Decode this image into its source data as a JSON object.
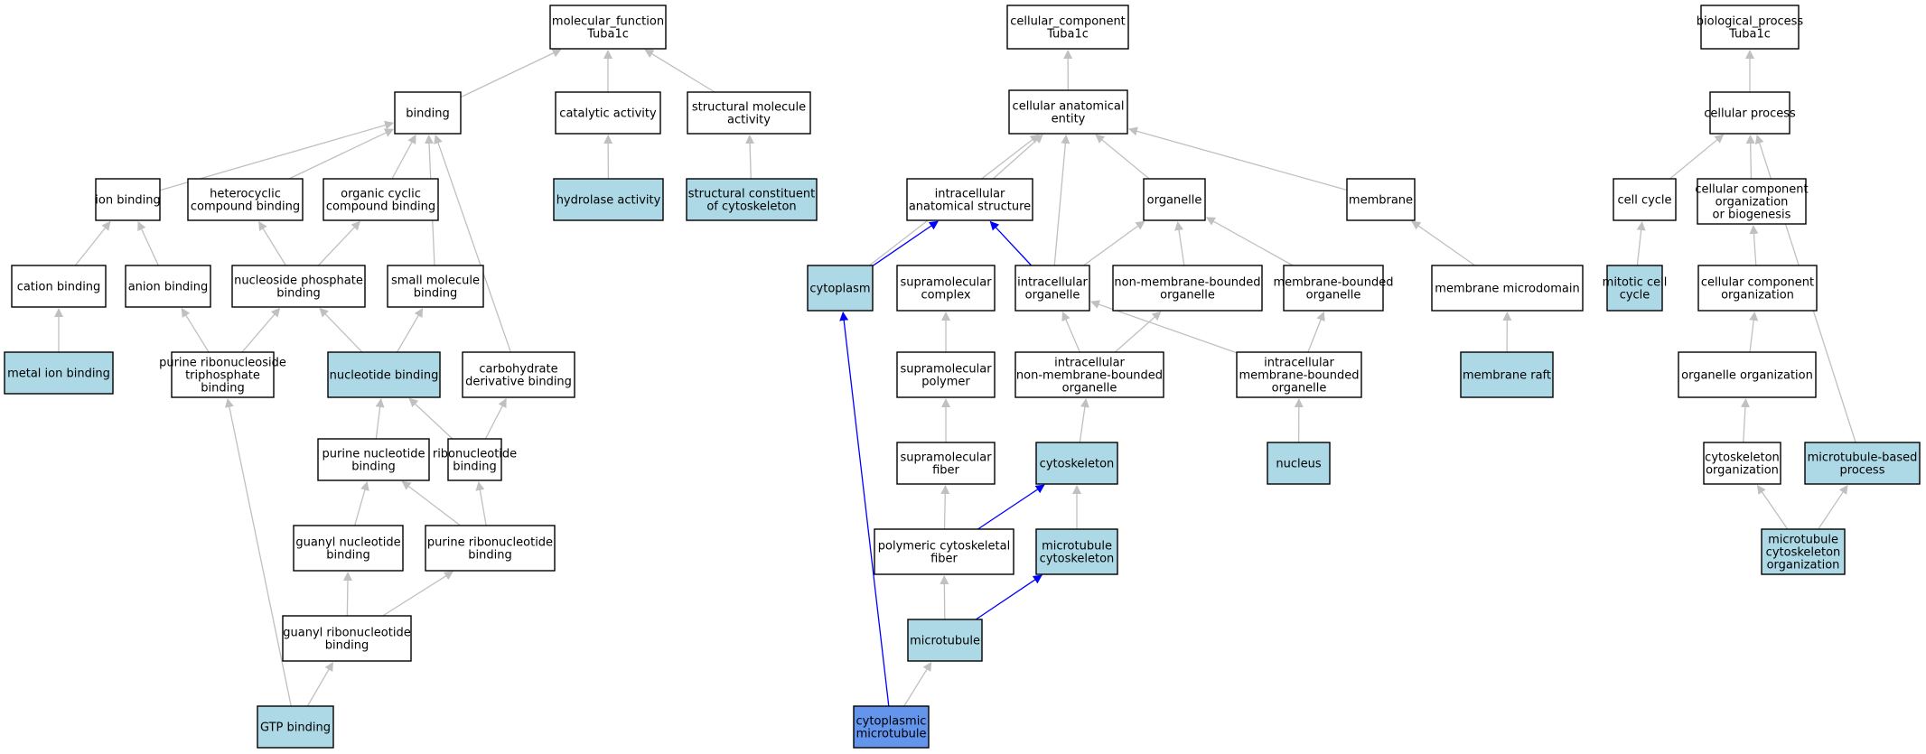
{
  "colors": {
    "plain": "#ffffff",
    "highlight": "#add8e6",
    "focus": "#6495ed",
    "edge": "#c0c0c0",
    "path": "#0000ff"
  },
  "nodes": [
    {
      "id": "mf",
      "lines": [
        "molecular_function",
        "Tuba1c"
      ],
      "style": "plain"
    },
    {
      "id": "binding",
      "lines": [
        "binding"
      ],
      "style": "plain"
    },
    {
      "id": "catalytic",
      "lines": [
        "catalytic activity"
      ],
      "style": "plain"
    },
    {
      "id": "structmol",
      "lines": [
        "structural molecule",
        "activity"
      ],
      "style": "plain"
    },
    {
      "id": "ionbind",
      "lines": [
        "ion binding"
      ],
      "style": "plain"
    },
    {
      "id": "hetero",
      "lines": [
        "heterocyclic",
        "compound binding"
      ],
      "style": "plain"
    },
    {
      "id": "orgcyc",
      "lines": [
        "organic cyclic",
        "compound binding"
      ],
      "style": "plain"
    },
    {
      "id": "hydrolase",
      "lines": [
        "hydrolase activity"
      ],
      "style": "highlight"
    },
    {
      "id": "structcyto",
      "lines": [
        "structural constituent",
        "of cytoskeleton"
      ],
      "style": "highlight"
    },
    {
      "id": "cation",
      "lines": [
        "cation binding"
      ],
      "style": "plain"
    },
    {
      "id": "anion",
      "lines": [
        "anion binding"
      ],
      "style": "plain"
    },
    {
      "id": "nucphos",
      "lines": [
        "nucleoside phosphate",
        "binding"
      ],
      "style": "plain"
    },
    {
      "id": "smallmol",
      "lines": [
        "small molecule",
        "binding"
      ],
      "style": "plain"
    },
    {
      "id": "metalion",
      "lines": [
        "metal ion binding"
      ],
      "style": "highlight"
    },
    {
      "id": "purtri",
      "lines": [
        "purine ribonucleoside",
        "triphosphate",
        "binding"
      ],
      "style": "plain"
    },
    {
      "id": "nucbind",
      "lines": [
        "nucleotide binding"
      ],
      "style": "highlight"
    },
    {
      "id": "carbo",
      "lines": [
        "carbohydrate",
        "derivative binding"
      ],
      "style": "plain"
    },
    {
      "id": "purnuc",
      "lines": [
        "purine nucleotide",
        "binding"
      ],
      "style": "plain"
    },
    {
      "id": "ribonuc",
      "lines": [
        "ribonucleotide",
        "binding"
      ],
      "style": "plain"
    },
    {
      "id": "guanyl",
      "lines": [
        "guanyl nucleotide",
        "binding"
      ],
      "style": "plain"
    },
    {
      "id": "purribo",
      "lines": [
        "purine ribonucleotide",
        "binding"
      ],
      "style": "plain"
    },
    {
      "id": "guanylribo",
      "lines": [
        "guanyl ribonucleotide",
        "binding"
      ],
      "style": "plain"
    },
    {
      "id": "gtp",
      "lines": [
        "GTP binding"
      ],
      "style": "highlight"
    },
    {
      "id": "cc",
      "lines": [
        "cellular_component",
        "Tuba1c"
      ],
      "style": "plain"
    },
    {
      "id": "anat",
      "lines": [
        "cellular anatomical",
        "entity"
      ],
      "style": "plain"
    },
    {
      "id": "intra",
      "lines": [
        "intracellular",
        "anatomical structure"
      ],
      "style": "plain"
    },
    {
      "id": "organelle",
      "lines": [
        "organelle"
      ],
      "style": "plain"
    },
    {
      "id": "membrane",
      "lines": [
        "membrane"
      ],
      "style": "plain"
    },
    {
      "id": "cytoplasm",
      "lines": [
        "cytoplasm"
      ],
      "style": "highlight"
    },
    {
      "id": "supracomp",
      "lines": [
        "supramolecular",
        "complex"
      ],
      "style": "plain"
    },
    {
      "id": "intraorg",
      "lines": [
        "intracellular",
        "organelle"
      ],
      "style": "plain"
    },
    {
      "id": "nonmemorg",
      "lines": [
        "non-membrane-bounded",
        "organelle"
      ],
      "style": "plain"
    },
    {
      "id": "memorg",
      "lines": [
        "membrane-bounded",
        "organelle"
      ],
      "style": "plain"
    },
    {
      "id": "memdomain",
      "lines": [
        "membrane microdomain"
      ],
      "style": "plain"
    },
    {
      "id": "suprapoly",
      "lines": [
        "supramolecular",
        "polymer"
      ],
      "style": "plain"
    },
    {
      "id": "intranonmem",
      "lines": [
        "intracellular",
        "non-membrane-bounded",
        "organelle"
      ],
      "style": "plain"
    },
    {
      "id": "intramem",
      "lines": [
        "intracellular",
        "membrane-bounded",
        "organelle"
      ],
      "style": "plain"
    },
    {
      "id": "memraft",
      "lines": [
        "membrane raft"
      ],
      "style": "highlight"
    },
    {
      "id": "suprafiber",
      "lines": [
        "supramolecular",
        "fiber"
      ],
      "style": "plain"
    },
    {
      "id": "cytoskel",
      "lines": [
        "cytoskeleton"
      ],
      "style": "highlight"
    },
    {
      "id": "nucleus",
      "lines": [
        "nucleus"
      ],
      "style": "highlight"
    },
    {
      "id": "polyfiber",
      "lines": [
        "polymeric cytoskeletal",
        "fiber"
      ],
      "style": "plain"
    },
    {
      "id": "mtcyto",
      "lines": [
        "microtubule",
        "cytoskeleton"
      ],
      "style": "highlight"
    },
    {
      "id": "microtubule",
      "lines": [
        "microtubule"
      ],
      "style": "highlight"
    },
    {
      "id": "cytomt",
      "lines": [
        "cytoplasmic",
        "microtubule"
      ],
      "style": "focus"
    },
    {
      "id": "bp",
      "lines": [
        "biological_process",
        "Tuba1c"
      ],
      "style": "plain"
    },
    {
      "id": "cellproc",
      "lines": [
        "cellular process"
      ],
      "style": "plain"
    },
    {
      "id": "cellcycle",
      "lines": [
        "cell cycle"
      ],
      "style": "plain"
    },
    {
      "id": "ccorg",
      "lines": [
        "cellular component",
        "organization",
        "or biogenesis"
      ],
      "style": "plain"
    },
    {
      "id": "mitotic",
      "lines": [
        "mitotic cell",
        "cycle"
      ],
      "style": "highlight"
    },
    {
      "id": "ccorg2",
      "lines": [
        "cellular component",
        "organization"
      ],
      "style": "plain"
    },
    {
      "id": "orgorg",
      "lines": [
        "organelle organization"
      ],
      "style": "plain"
    },
    {
      "id": "cytoorg",
      "lines": [
        "cytoskeleton",
        "organization"
      ],
      "style": "plain"
    },
    {
      "id": "mtbased",
      "lines": [
        "microtubule-based",
        "process"
      ],
      "style": "highlight"
    },
    {
      "id": "mtcytoorg",
      "lines": [
        "microtubule",
        "cytoskeleton",
        "organization"
      ],
      "style": "highlight"
    }
  ],
  "edges": [
    {
      "from": "binding",
      "to": "mf",
      "style": "gray"
    },
    {
      "from": "catalytic",
      "to": "mf",
      "style": "gray"
    },
    {
      "from": "structmol",
      "to": "mf",
      "style": "gray"
    },
    {
      "from": "hydrolase",
      "to": "catalytic",
      "style": "gray"
    },
    {
      "from": "structcyto",
      "to": "structmol",
      "style": "gray"
    },
    {
      "from": "ionbind",
      "to": "binding",
      "style": "gray"
    },
    {
      "from": "hetero",
      "to": "binding",
      "style": "gray"
    },
    {
      "from": "orgcyc",
      "to": "binding",
      "style": "gray"
    },
    {
      "from": "smallmol",
      "to": "binding",
      "style": "gray"
    },
    {
      "from": "carbo",
      "to": "binding",
      "style": "gray"
    },
    {
      "from": "cation",
      "to": "ionbind",
      "style": "gray"
    },
    {
      "from": "anion",
      "to": "ionbind",
      "style": "gray"
    },
    {
      "from": "metalion",
      "to": "cation",
      "style": "gray"
    },
    {
      "from": "nucphos",
      "to": "hetero",
      "style": "gray"
    },
    {
      "from": "nucphos",
      "to": "orgcyc",
      "style": "gray"
    },
    {
      "from": "purtri",
      "to": "anion",
      "style": "gray"
    },
    {
      "from": "purtri",
      "to": "nucphos",
      "style": "gray"
    },
    {
      "from": "nucbind",
      "to": "nucphos",
      "style": "gray"
    },
    {
      "from": "nucbind",
      "to": "smallmol",
      "style": "gray"
    },
    {
      "from": "purnuc",
      "to": "nucbind",
      "style": "gray"
    },
    {
      "from": "ribonuc",
      "to": "nucbind",
      "style": "gray"
    },
    {
      "from": "ribonuc",
      "to": "carbo",
      "style": "gray"
    },
    {
      "from": "guanyl",
      "to": "purnuc",
      "style": "gray"
    },
    {
      "from": "purribo",
      "to": "purnuc",
      "style": "gray"
    },
    {
      "from": "purribo",
      "to": "ribonuc",
      "style": "gray"
    },
    {
      "from": "guanylribo",
      "to": "guanyl",
      "style": "gray"
    },
    {
      "from": "guanylribo",
      "to": "purribo",
      "style": "gray"
    },
    {
      "from": "gtp",
      "to": "guanylribo",
      "style": "gray"
    },
    {
      "from": "gtp",
      "to": "purtri",
      "style": "gray"
    },
    {
      "from": "anat",
      "to": "cc",
      "style": "gray"
    },
    {
      "from": "intra",
      "to": "anat",
      "style": "gray"
    },
    {
      "from": "organelle",
      "to": "anat",
      "style": "gray"
    },
    {
      "from": "membrane",
      "to": "anat",
      "style": "gray"
    },
    {
      "from": "cytoplasm",
      "to": "anat",
      "style": "gray"
    },
    {
      "from": "intraorg",
      "to": "anat",
      "style": "gray"
    },
    {
      "from": "cytoplasm",
      "to": "intra",
      "style": "blue"
    },
    {
      "from": "intraorg",
      "to": "intra",
      "style": "blue"
    },
    {
      "from": "intraorg",
      "to": "organelle",
      "style": "gray"
    },
    {
      "from": "nonmemorg",
      "to": "organelle",
      "style": "gray"
    },
    {
      "from": "memorg",
      "to": "organelle",
      "style": "gray"
    },
    {
      "from": "memdomain",
      "to": "membrane",
      "style": "gray"
    },
    {
      "from": "memraft",
      "to": "memdomain",
      "style": "gray"
    },
    {
      "from": "suprapoly",
      "to": "supracomp",
      "style": "gray"
    },
    {
      "from": "suprafiber",
      "to": "suprapoly",
      "style": "gray"
    },
    {
      "from": "intranonmem",
      "to": "intraorg",
      "style": "gray"
    },
    {
      "from": "intranonmem",
      "to": "nonmemorg",
      "style": "gray"
    },
    {
      "from": "intramem",
      "to": "intraorg",
      "style": "gray"
    },
    {
      "from": "intramem",
      "to": "memorg",
      "style": "gray"
    },
    {
      "from": "nucleus",
      "to": "intramem",
      "style": "gray"
    },
    {
      "from": "cytoskel",
      "to": "intranonmem",
      "style": "gray"
    },
    {
      "from": "polyfiber",
      "to": "suprafiber",
      "style": "gray"
    },
    {
      "from": "polyfiber",
      "to": "cytoskel",
      "style": "blue"
    },
    {
      "from": "mtcyto",
      "to": "cytoskel",
      "style": "gray"
    },
    {
      "from": "microtubule",
      "to": "polyfiber",
      "style": "gray"
    },
    {
      "from": "microtubule",
      "to": "mtcyto",
      "style": "blue"
    },
    {
      "from": "cytomt",
      "to": "microtubule",
      "style": "gray"
    },
    {
      "from": "cytomt",
      "to": "cytoplasm",
      "style": "blue"
    },
    {
      "from": "cellproc",
      "to": "bp",
      "style": "gray"
    },
    {
      "from": "cellcycle",
      "to": "cellproc",
      "style": "gray"
    },
    {
      "from": "ccorg",
      "to": "cellproc",
      "style": "gray"
    },
    {
      "from": "mtbased",
      "to": "cellproc",
      "style": "gray"
    },
    {
      "from": "mitotic",
      "to": "cellcycle",
      "style": "gray"
    },
    {
      "from": "ccorg2",
      "to": "ccorg",
      "style": "gray"
    },
    {
      "from": "orgorg",
      "to": "ccorg2",
      "style": "gray"
    },
    {
      "from": "cytoorg",
      "to": "orgorg",
      "style": "gray"
    },
    {
      "from": "mtcytoorg",
      "to": "cytoorg",
      "style": "gray"
    },
    {
      "from": "mtcytoorg",
      "to": "mtbased",
      "style": "gray"
    }
  ]
}
